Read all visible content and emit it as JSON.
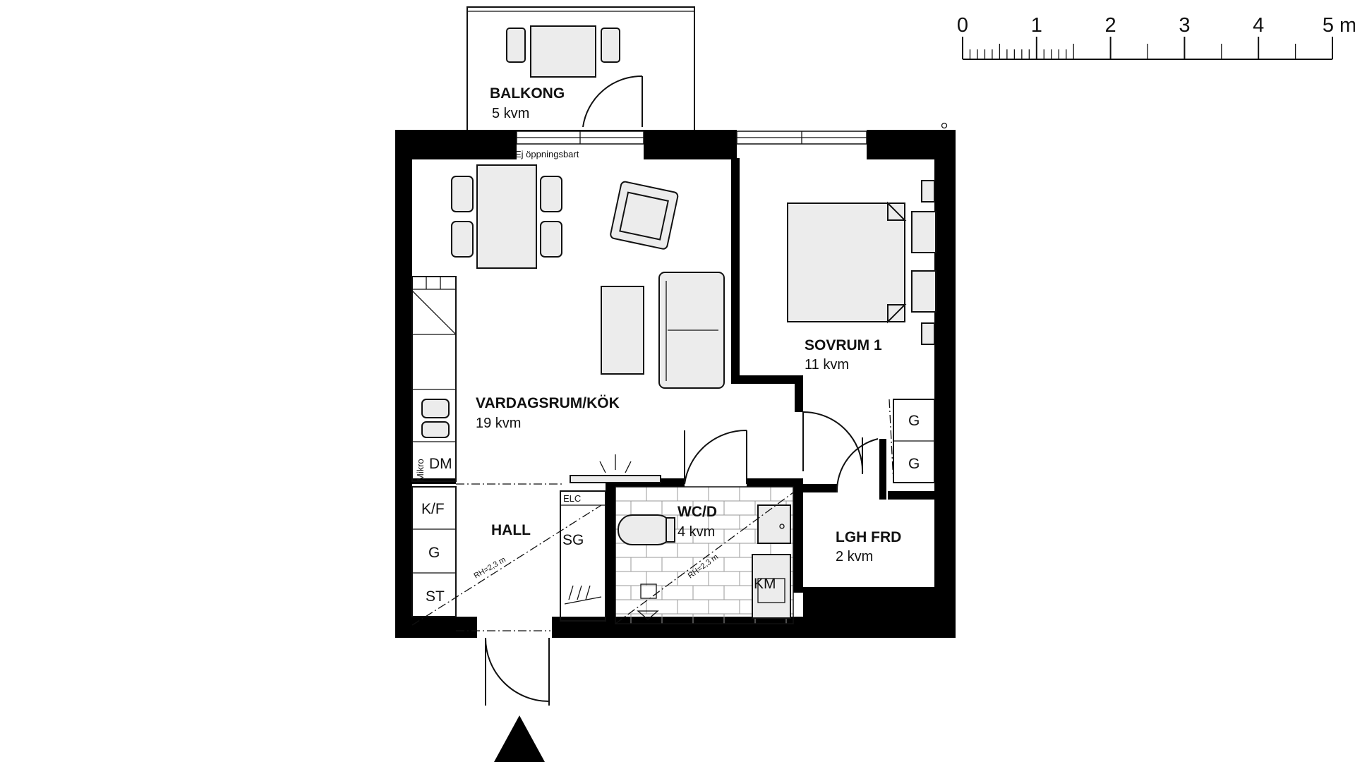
{
  "rooms": {
    "balkong": {
      "name": "BALKONG",
      "area": "5 kvm"
    },
    "vardagsrum": {
      "name": "VARDAGSRUM/KÖK",
      "area": "19 kvm"
    },
    "sovrum": {
      "name": "SOVRUM 1",
      "area": "11 kvm"
    },
    "wc": {
      "name": "WC/D",
      "area": "4 kvm"
    },
    "hall": {
      "name": "HALL"
    },
    "lgh": {
      "name": "LGH FRD",
      "area": "2 kvm"
    }
  },
  "appliances": {
    "dm": "DM",
    "mikro": "Mikro",
    "kf": "K/F",
    "g_kitchen": "G",
    "st": "ST",
    "elc": "ELC",
    "sg": "SG",
    "km": "KM",
    "g_bed_1": "G",
    "g_bed_2": "G"
  },
  "notes": {
    "window_note": "Ej öppningsbart",
    "rh_hall": "RH=2,3 m",
    "rh_wc": "RH=2,3 m"
  },
  "scale": {
    "labels": [
      "0",
      "1",
      "2",
      "3",
      "4",
      "5 m"
    ],
    "unit": "m",
    "max": 5
  }
}
